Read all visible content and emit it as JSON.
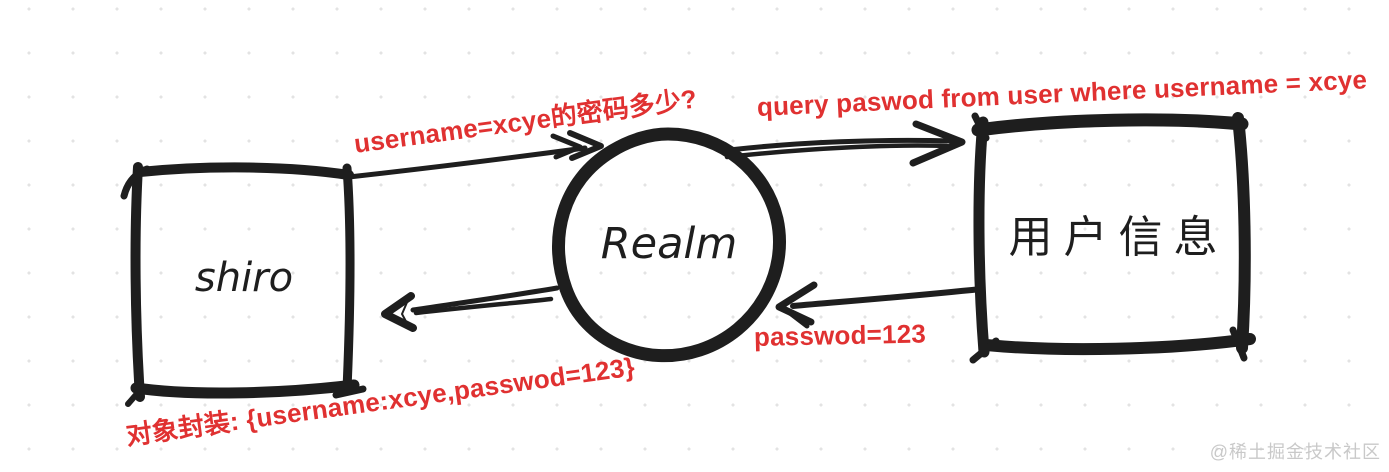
{
  "diagram_title": "shiro Realm authentication flow (hand-drawn sketch)",
  "nodes": [
    {
      "id": "shiro",
      "label": "shiro",
      "shape": "rectangle"
    },
    {
      "id": "realm",
      "label": "Realm",
      "shape": "circle"
    },
    {
      "id": "user_info",
      "label": "用户信息",
      "shape": "rectangle"
    }
  ],
  "edges": [
    {
      "id": "ask",
      "from": "shiro",
      "to": "realm",
      "direction": "right",
      "label": "username=xcye的密码多少?"
    },
    {
      "id": "query",
      "from": "realm",
      "to": "user_info",
      "direction": "right",
      "label": "query paswod from user where username = xcye"
    },
    {
      "id": "result",
      "from": "user_info",
      "to": "realm",
      "direction": "left",
      "label": "passwod=123"
    },
    {
      "id": "wrap",
      "from": "realm",
      "to": "shiro",
      "direction": "left",
      "label": "对象封装: {username:xcye,passwod=123}"
    }
  ],
  "watermark": {
    "text": "@稀土掘金技术社区"
  },
  "colors": {
    "ink": "#1e1e1e",
    "edge_label_red": "#e03131",
    "watermark_gray": "#c9c9c9",
    "background": "#ffffff",
    "dot_grid": "#e3e3e3"
  }
}
